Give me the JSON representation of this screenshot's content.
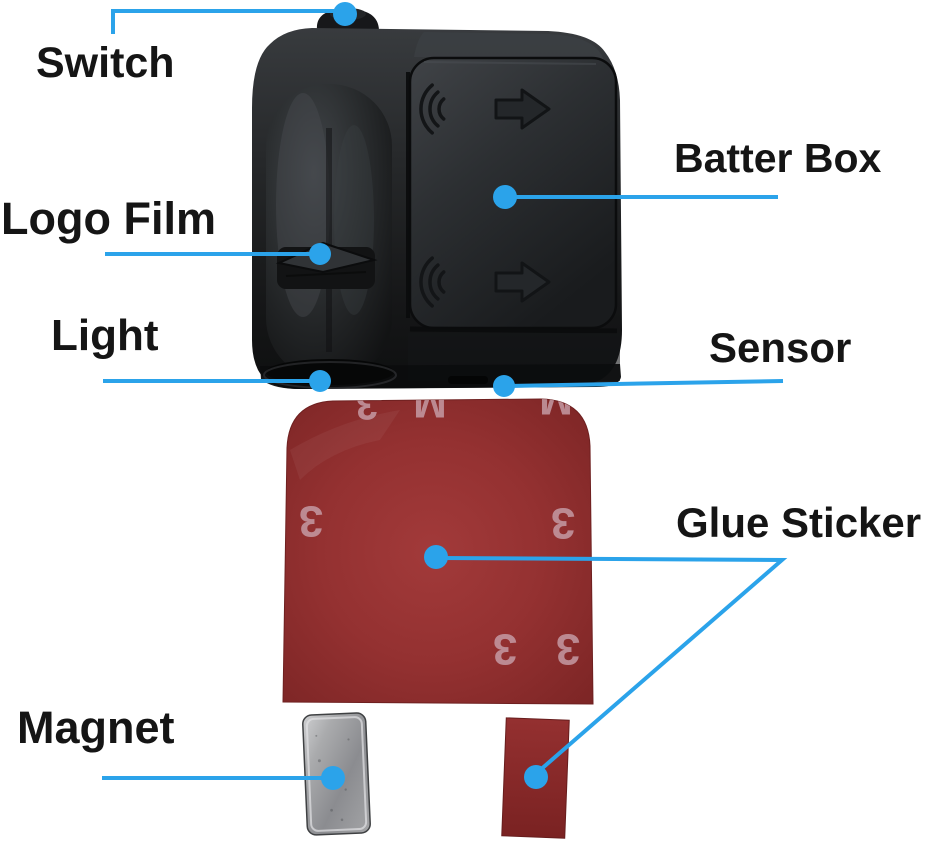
{
  "colors": {
    "accent_blue": "#2ba3ea",
    "label_black": "#151515",
    "background": "#ffffff",
    "sticker_red": "#943131",
    "sticker_marking_pink": "#c59aa4",
    "device_black": "#222426",
    "magnet_silver": "#a3a4a6"
  },
  "labels": {
    "switch": "Switch",
    "logo_film": "Logo Film",
    "light": "Light",
    "batter_box": "Batter Box",
    "sensor": "Sensor",
    "glue_sticker": "Glue Sticker",
    "magnet": "Magnet"
  },
  "sticker_markings": {
    "three": "3",
    "m": "M"
  }
}
